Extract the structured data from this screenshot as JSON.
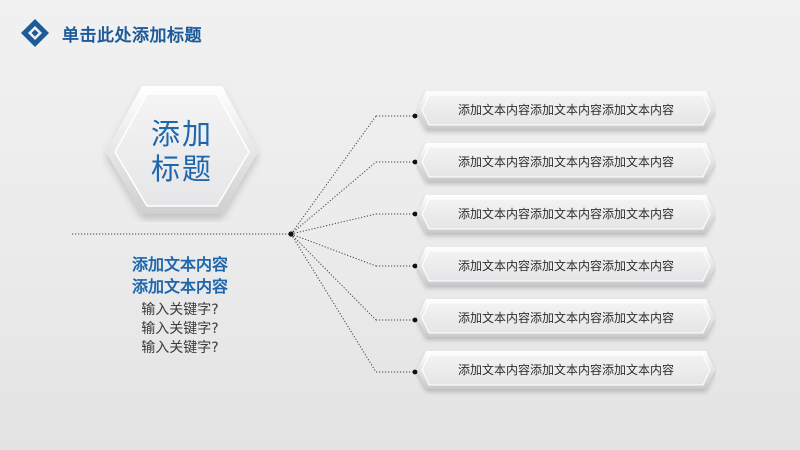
{
  "header": {
    "title": "单击此处添加标题",
    "logo_icon": "diamond-logo-icon"
  },
  "hexagon": {
    "line1": "添加",
    "line2": "标题"
  },
  "left_text": {
    "blue_lines": [
      "添加文本内容",
      "添加文本内容"
    ],
    "keyword_lines": [
      "输入关键字?",
      "输入关键字?",
      "输入关键字?"
    ]
  },
  "boxes": [
    {
      "text": "添加文本内容添加文本内容添加文本内容"
    },
    {
      "text": "添加文本内容添加文本内容添加文本内容"
    },
    {
      "text": "添加文本内容添加文本内容添加文本内容"
    },
    {
      "text": "添加文本内容添加文本内容添加文本内容"
    },
    {
      "text": "添加文本内容添加文本内容添加文本内容"
    },
    {
      "text": "添加文本内容添加文本内容添加文本内容"
    }
  ],
  "colors": {
    "accent_blue": "#1f67ac",
    "title_blue": "#1c5b9a",
    "background": "#eeeeef",
    "text_dark": "#3c3c3c"
  }
}
